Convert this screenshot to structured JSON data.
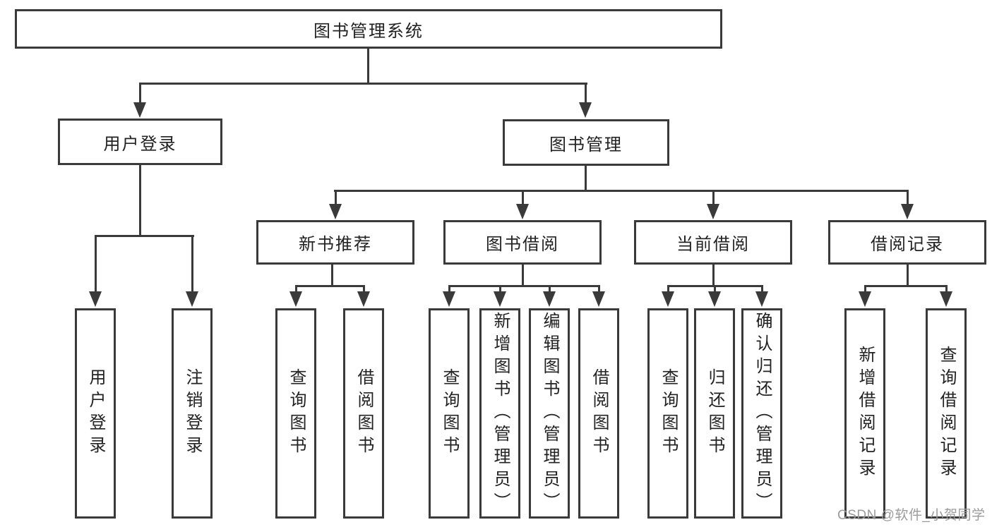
{
  "diagram": {
    "root": {
      "label": "图书管理系统"
    },
    "branches": {
      "user_login": {
        "label": "用户登录"
      },
      "book_mgmt": {
        "label": "图书管理"
      }
    },
    "modules": {
      "new_book_rec": {
        "label": "新书推荐"
      },
      "book_borrow": {
        "label": "图书借阅"
      },
      "current_borrow": {
        "label": "当前借阅"
      },
      "borrow_records": {
        "label": "借阅记录"
      }
    },
    "leaves": {
      "user_login_leaf": {
        "label": "用户登录"
      },
      "logout": {
        "label": "注销登录"
      },
      "rec_query_books": {
        "label": "查询图书"
      },
      "rec_borrow_books": {
        "label": "借阅图书"
      },
      "borrow_query_books": {
        "label": "查询图书"
      },
      "borrow_add_books": {
        "label": "新增图书（管理员）"
      },
      "borrow_edit_books": {
        "label": "编辑图书（管理员）"
      },
      "borrow_borrow_books": {
        "label": "借阅图书"
      },
      "current_query_books": {
        "label": "查询图书"
      },
      "current_return_books": {
        "label": "归还图书"
      },
      "current_confirm_return": {
        "label": "确认归还（管理员）"
      },
      "records_add_record": {
        "label": "新增借阅记录"
      },
      "records_query_record": {
        "label": "查询借阅记录"
      }
    }
  },
  "watermark": {
    "text": "CSDN @软件_小贺同学"
  },
  "colors": {
    "line": "#3a3a3a",
    "text": "#222222",
    "watermark": "#9b9b9b",
    "background": "#ffffff"
  }
}
